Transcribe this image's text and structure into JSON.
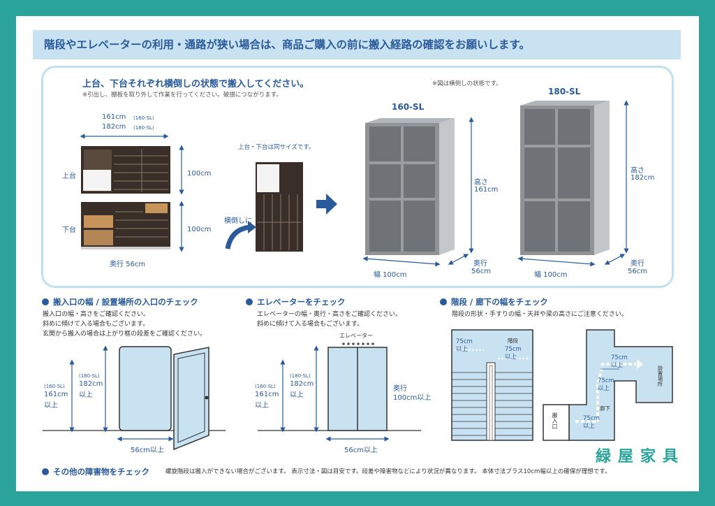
{
  "banner": "階段やエレベーターの利用・通路が狭い場合は、商品ご購入の前に搬入経路の確認をお願いします。",
  "top": {
    "heading": "上台、下台それぞれ横倒しの状態で搬入してください。",
    "note": "※引出し、棚板を取り外して作業を行ってください。破損につながります。",
    "width_161": "161cm",
    "tag_160": "(160-SL)",
    "width_182": "182cm",
    "tag_180": "(180-SL)",
    "upper_label": "上台",
    "lower_label": "下台",
    "height_upper": "100cm",
    "height_lower": "100cm",
    "depth": "奥行 56cm",
    "same_size": "上台・下台は同サイズです。",
    "lay_down": "横倒しに",
    "figure_note": "※図は横倒しの状態です。",
    "model_160": "160-SL",
    "model_180": "180-SL",
    "height_label": "高さ",
    "h160": "161cm",
    "h180": "182cm",
    "width_label": "幅 100cm",
    "depth_label": "奥行",
    "depth_val": "56cm"
  },
  "sections": {
    "entrance": {
      "title": "搬入口の幅 / 設置場所の入口のチェック",
      "lines": [
        "搬入口の幅・高さをご確認ください。",
        "斜めに傾けて入る場合もございます。",
        "玄関から搬入の場合は上がり框の段差をご確認ください。"
      ],
      "tag160": "(160-SL)",
      "val160": "161cm",
      "ijo": "以上",
      "tag180": "(180-SL)",
      "val180": "182cm",
      "ijo2": "以上",
      "width": "56cm以上"
    },
    "elevator": {
      "title": "エレベーターをチェック",
      "lines": [
        "エレベーターの幅・奥行・高さをご確認ください。",
        "斜めに傾けて入る場合もございます。"
      ],
      "elev_label": "エレベーター",
      "tag160": "(160-SL)",
      "val160": "161cm",
      "ijo": "以上",
      "tag180": "(180-SL)",
      "val180": "182cm",
      "ijo2": "以上",
      "depth": "奥行",
      "depth_val": "100cm以上",
      "width": "56cm以上"
    },
    "stairs": {
      "title": "階段 / 廊下の幅をチェック",
      "lines": [
        "階段の形状・手すりの幅・天井や梁の高さにご注意ください。"
      ],
      "w75": "75cm",
      "ijo": "以上",
      "stairs": "階段",
      "install": "設置場所",
      "hall": "廊下",
      "entrance": "搬入口"
    },
    "other": {
      "title": "その他の障害物をチェック",
      "text": "螺旋階段は搬入ができない場合がございます。 表示寸法・図は目安です。段差や障害物などにより状況が異なります。 本体寸法プラス10cm幅以上の確保が理想です。"
    }
  },
  "brand": "緑屋家具",
  "colors": {
    "teal": "#2aa39a",
    "blue": "#2a5a9a",
    "lightblue": "#c8e2f1",
    "shelf_gray": "#8f9396"
  }
}
